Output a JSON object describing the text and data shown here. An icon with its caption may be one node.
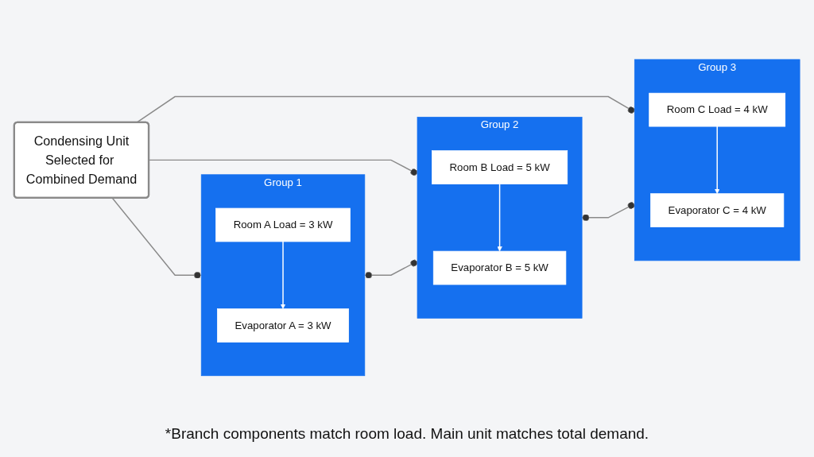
{
  "diagram": {
    "nodes": [
      {
        "text": [
          "Condensing Unit",
          "Selected for Combined Demand"
        ]
      },
      {
        "text": [
          "Group 1"
        ]
      },
      {
        "text": [
          "Room A Load = 3 kW"
        ],
        "in": 1
      },
      {
        "text": [
          "Evaporator A = 3 kW"
        ],
        "in": 1
      },
      {
        "text": [
          "Group 2"
        ]
      },
      {
        "text": [
          "Room B Load = 5 kW"
        ],
        "in": 4
      },
      {
        "text": [
          "Evaporator B = 5 kW"
        ],
        "in": 4
      },
      {
        "text": [
          "Group 3"
        ]
      },
      {
        "text": [
          "Room C Load = 4 kW"
        ],
        "in": 7
      },
      {
        "text": [
          "Evaporator C = 4 kW"
        ],
        "in": 7
      }
    ],
    "edges": [
      {
        "from": 0,
        "to": 1,
        "arrow": "other"
      },
      {
        "from": 0,
        "to": 4,
        "arrow": "other"
      },
      {
        "from": 0,
        "to": 7,
        "arrow": "other"
      },
      {
        "from": 2,
        "to": 3,
        "arrow": "to",
        "color": "#ffffff"
      },
      {
        "from": 5,
        "to": 6,
        "arrow": "to",
        "color": "#ffffff"
      },
      {
        "from": 8,
        "to": 9,
        "arrow": "to",
        "color": "#ffffff"
      },
      {
        "from": 1,
        "to": 4,
        "arrow": "other"
      },
      {
        "from": 4,
        "to": 7,
        "arrow": "other"
      }
    ],
    "labels": [
      "*Branch components match room load. Main unit matches total demand."
    ]
  }
}
